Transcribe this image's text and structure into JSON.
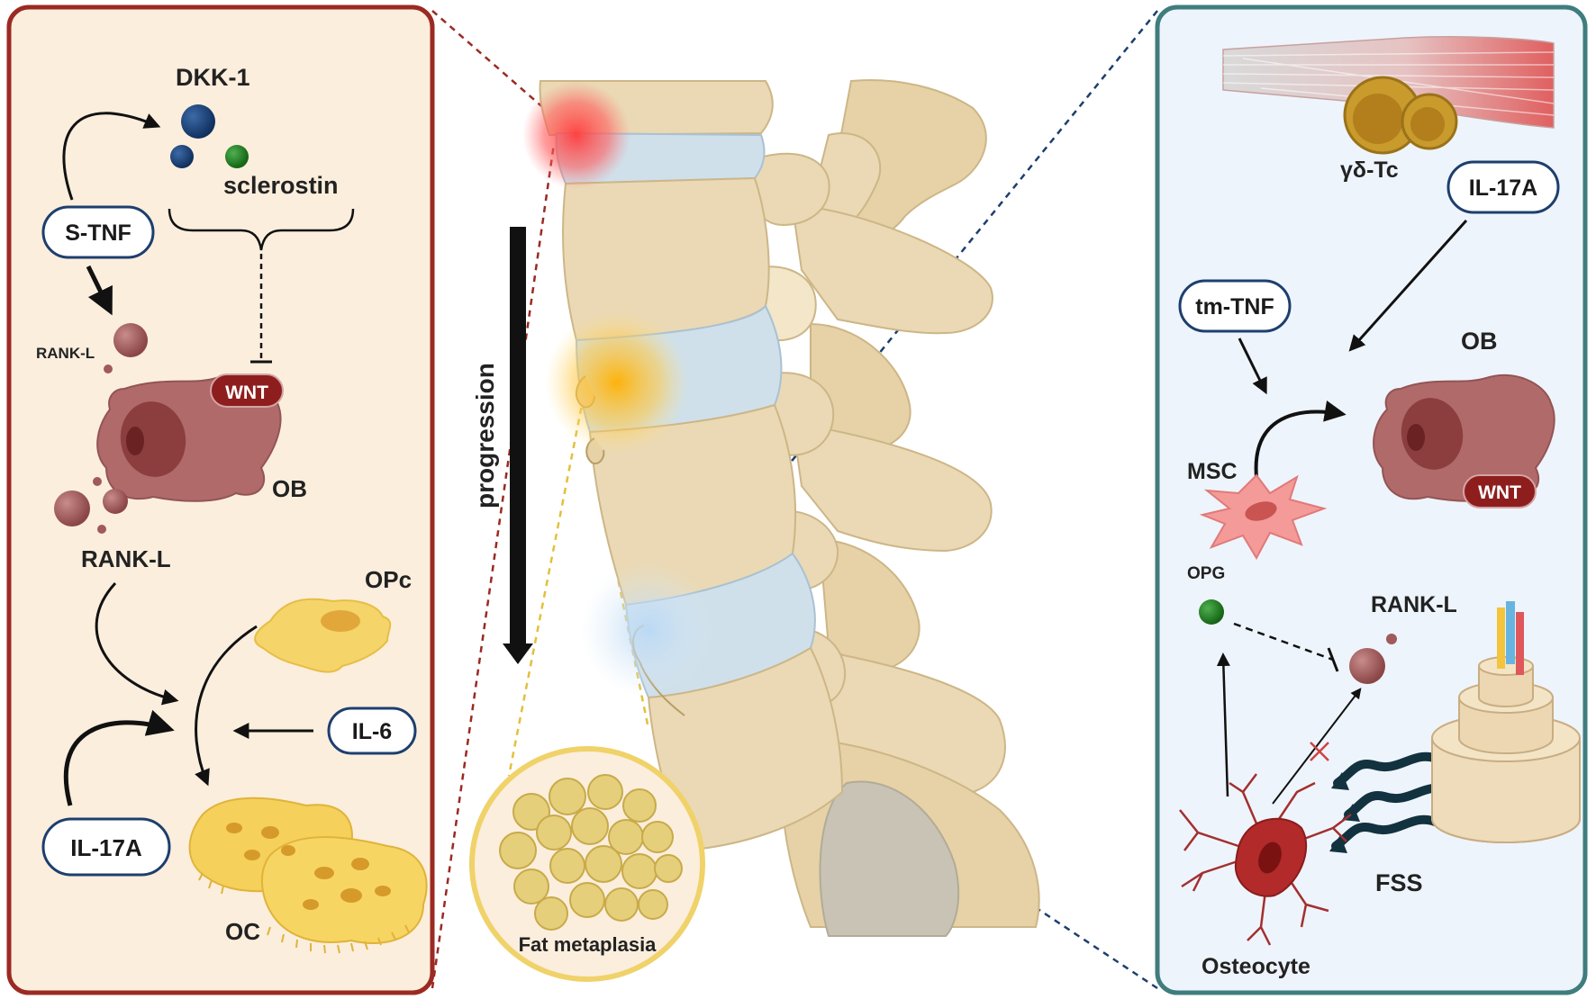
{
  "left_panel": {
    "labels": {
      "dkk1": "DKK-1",
      "sclerostin": "sclerostin",
      "s_tnf": "S-TNF",
      "rankl_small": "RANK-L",
      "wnt": "WNT",
      "ob": "OB",
      "rankl": "RANK-L",
      "opc": "OPc",
      "il6": "IL-6",
      "il17a": "IL-17A",
      "oc": "OC"
    }
  },
  "center": {
    "progression_label": "progression",
    "fat_metaplasia_label": "Fat metaplasia"
  },
  "right_panel": {
    "labels": {
      "gd_tc": "γδ-Tc",
      "il17a": "IL-17A",
      "tm_tnf": "tm-TNF",
      "ob": "OB",
      "msc": "MSC",
      "wnt": "WNT",
      "opg": "OPG",
      "rankl": "RANK-L",
      "fss": "FSS",
      "osteocyte": "Osteocyte"
    }
  },
  "colors": {
    "left_border": "#9b2a22",
    "left_bg": "#fbeedd",
    "right_border": "#3f7d7e",
    "right_bg": "#eef4fb",
    "pill_border": "#1d3f6e",
    "wnt_fill": "#8e1e1e",
    "bone": "#ead9b4",
    "disc": "#cfe0ea"
  }
}
